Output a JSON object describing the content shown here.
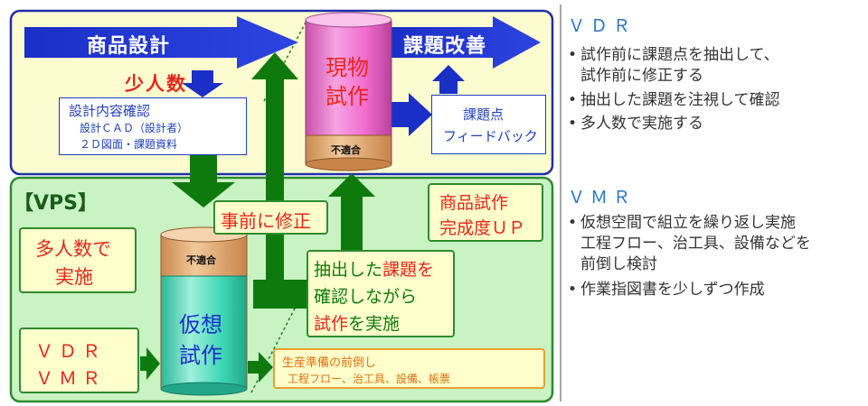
{
  "vdr_panel": {
    "product_design": "商品設計",
    "issue_improvement": "課題改善",
    "few_people": "少人数",
    "design_review": {
      "title": "設計内容確認",
      "line1": "設計ＣＡＤ（設計者）",
      "line2": "２Ｄ図面・課題資料"
    },
    "physical_trial": [
      "現物",
      "試作"
    ],
    "nonconformity": "不適合",
    "feedback": [
      "課題点",
      "フィードバック"
    ]
  },
  "vps_panel": {
    "title": "【VPS】",
    "many_people": [
      "多人数で",
      "実施"
    ],
    "vdr_vmr": [
      "ＶＤＲ",
      "ＶＭＲ"
    ],
    "nonconformity": "不適合",
    "virtual_trial": [
      "仮想",
      "試作"
    ],
    "fix_in_advance": "事前に修正",
    "check_trial": {
      "line1a": "抽出した",
      "line1b": "課題を",
      "line2": "確認しながら",
      "line3a": "試作",
      "line3b": "を実施"
    },
    "quality_up": [
      "商品試作",
      "完成度ＵＰ"
    ],
    "production_prep": {
      "title": "生産準備の前倒し",
      "detail": "工程フロー、治工具、設備、帳票"
    }
  },
  "sidebar": {
    "vdr_heading": "ＶＤＲ",
    "vdr_items": [
      [
        "試作前に課題点を抽出して、",
        "試作前に修正する"
      ],
      [
        "抽出した課題を注視して確認"
      ],
      [
        "多人数で実施する"
      ]
    ],
    "vmr_heading": "ＶＭＲ",
    "vmr_items": [
      [
        "仮想空間で組立を繰り返し実施",
        "工程フロー、治工具、設備などを",
        "前倒し検討"
      ],
      [
        "作業指図書を少しずつ作成"
      ]
    ]
  },
  "colors": {
    "blue_arrow": "#1a2fc6",
    "green_arrow": "#0e7a0e",
    "vdr_panel_bg": "#fdfcd0",
    "vps_panel_bg": "#c9f3c3",
    "pink_cylinder": "#f26ad0",
    "teal_cylinder": "#3fd8b6",
    "tan_band": "#e8b079"
  }
}
